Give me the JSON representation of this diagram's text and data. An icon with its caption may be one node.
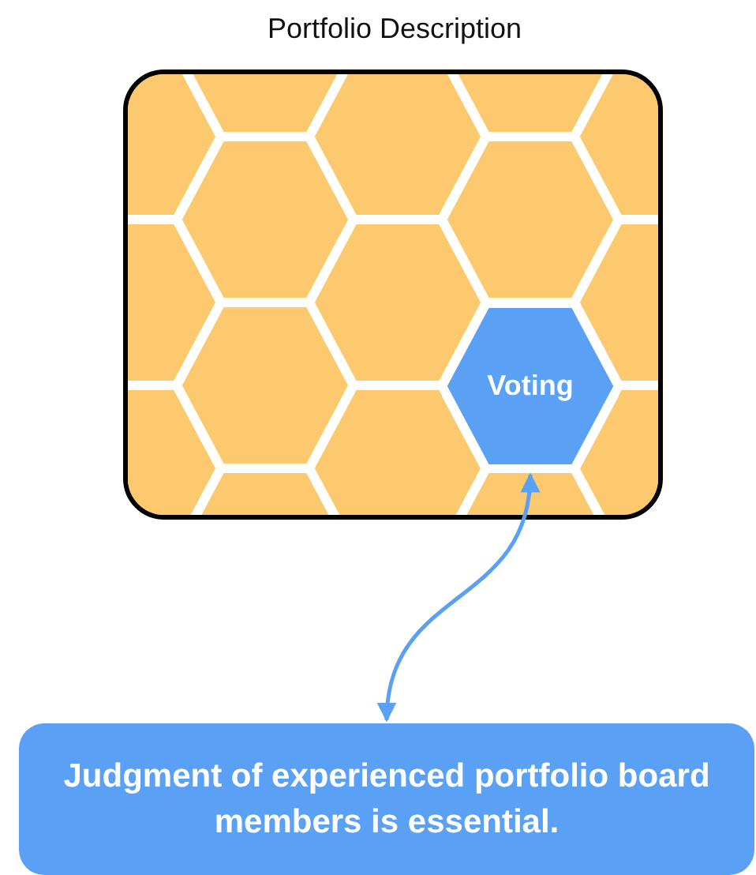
{
  "diagram": {
    "nodes": [
      {
        "text": [
          "Portfolio Description"
        ]
      },
      {
        "text": [
          "Voting"
        ],
        "in": 0
      },
      {
        "text": [
          "Judgment of experienced portfolio board members is essential."
        ]
      }
    ],
    "edges": [
      {
        "from": 1,
        "to": 2,
        "arrow": "both"
      }
    ]
  }
}
